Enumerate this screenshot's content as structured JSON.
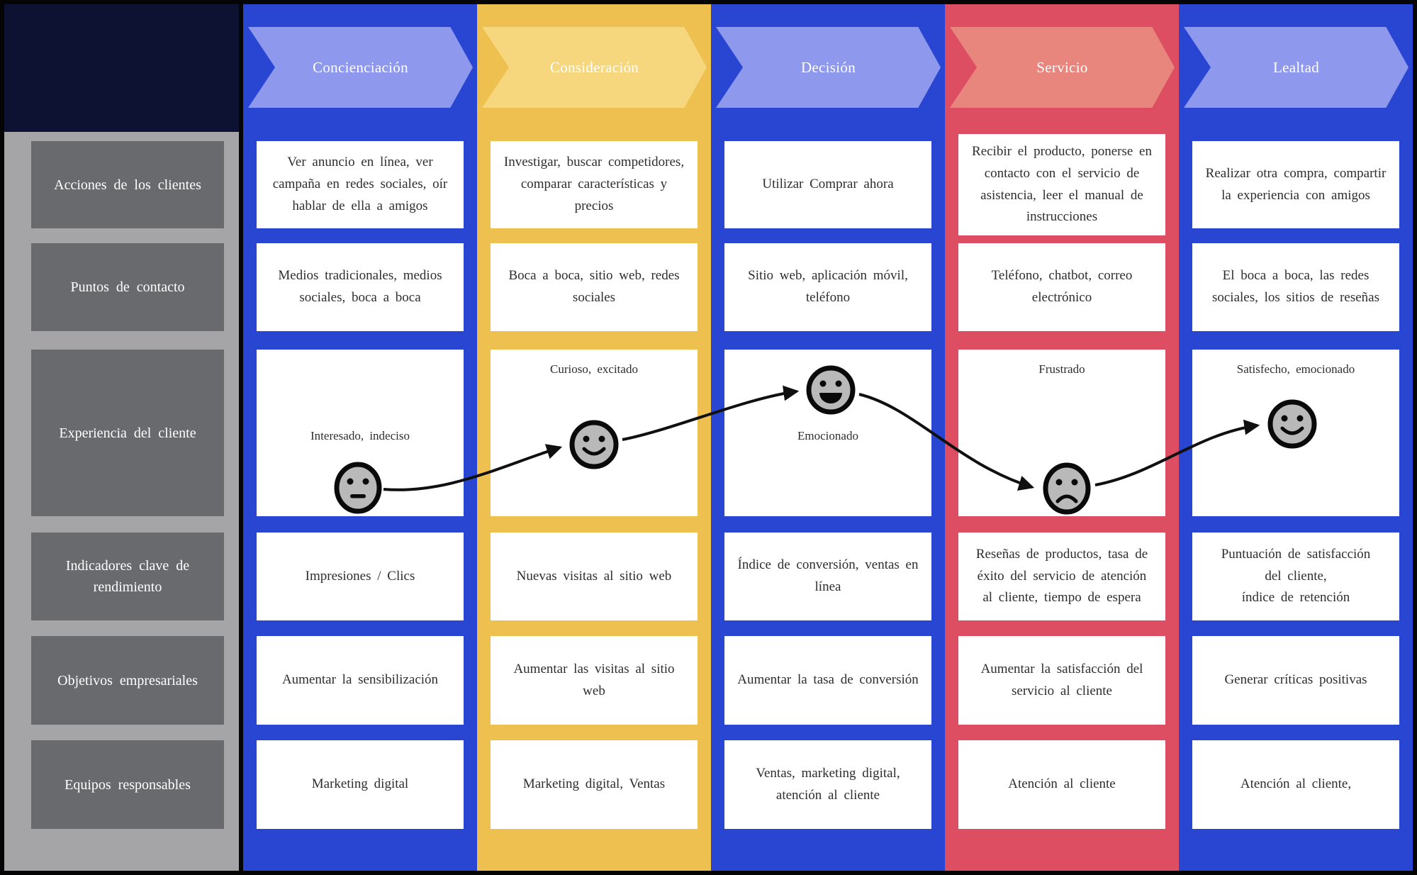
{
  "palette": {
    "frame": "#050505",
    "corner_navy": "#0d1232",
    "sidebar_bg": "#a5a5a8",
    "sidebar_box": "#696a6e",
    "blue_column": "#2946d2",
    "blue_banner": "#8e98ed",
    "yellow_column": "#eec04f",
    "yellow_banner": "#f7d77e",
    "red_column": "#dd4e63",
    "red_banner": "#e8857c",
    "card_bg": "#ffffff",
    "card_text": "#2e2e2e",
    "journey_line": "#101010",
    "emoji_fill": "#b9b9b9"
  },
  "sidebar": {
    "rows": [
      "Acciones de los clientes",
      "Puntos de contacto",
      "Experiencia del cliente",
      "Indicadores clave de rendimiento",
      "Objetivos empresariales",
      "Equipos responsables"
    ]
  },
  "stages": [
    {
      "header": "Concienciación",
      "emotion": "neutral",
      "cells": [
        "Ver anuncio en línea, ver campaña en redes sociales, oír hablar de ella a amigos",
        "Medios tradicionales, medios sociales, boca a boca",
        "Interesado, indeciso",
        "Impresiones / Clics",
        "Aumentar la sensibilización",
        "Marketing digital"
      ]
    },
    {
      "header": "Consideración",
      "emotion": "smile",
      "cells": [
        "Investigar, buscar competidores, comparar características y precios",
        "Boca a boca, sitio web, redes sociales",
        "Curioso, excitado",
        "Nuevas visitas al sitio web",
        "Aumentar las visitas al sitio web",
        "Marketing digital, Ventas"
      ]
    },
    {
      "header": "Decisión",
      "emotion": "grin",
      "cells": [
        "Utilizar Comprar ahora",
        "Sitio web, aplicación móvil, teléfono",
        "Emocionado",
        "Índice de conversión, ventas en línea",
        "Aumentar la tasa de conversión",
        "Ventas, marketing digital, atención al cliente"
      ]
    },
    {
      "header": "Servicio",
      "emotion": "sad",
      "cells": [
        "Recibir el producto, ponerse en contacto con el servicio de asistencia, leer el manual de instrucciones",
        "Teléfono, chatbot, correo electrónico",
        "Frustrado",
        "Reseñas de productos, tasa de éxito del servicio de atención al cliente, tiempo de espera",
        "Aumentar la satisfacción del servicio al cliente",
        "Atención al cliente"
      ]
    },
    {
      "header": "Lealtad",
      "emotion": "smile",
      "cells": [
        "Realizar otra compra, compartir la experiencia con amigos",
        "El boca a boca, las redes sociales, los sitios de reseñas",
        "Satisfecho, emocionado",
        "Puntuación de satisfacción\ndel cliente,\níndice de retención",
        "Generar críticas positivas",
        "Atención al cliente,"
      ]
    }
  ]
}
